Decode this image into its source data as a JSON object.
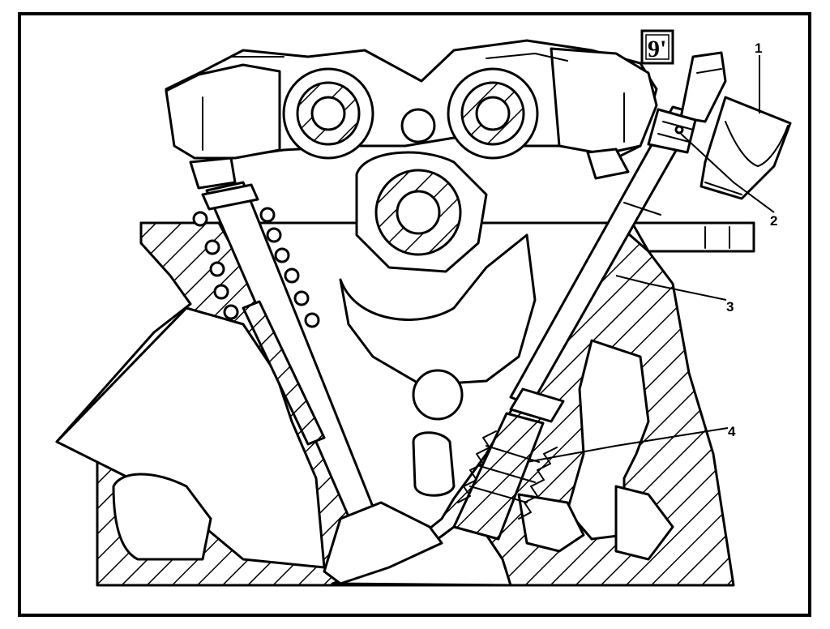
{
  "figure": {
    "icon": {
      "name": "gauge-icon",
      "label": "9'"
    },
    "callouts": [
      {
        "label": "1",
        "name": "callout-1"
      },
      {
        "label": "2",
        "name": "callout-2"
      },
      {
        "label": "3",
        "name": "callout-3"
      },
      {
        "label": "4",
        "name": "callout-4"
      }
    ]
  }
}
